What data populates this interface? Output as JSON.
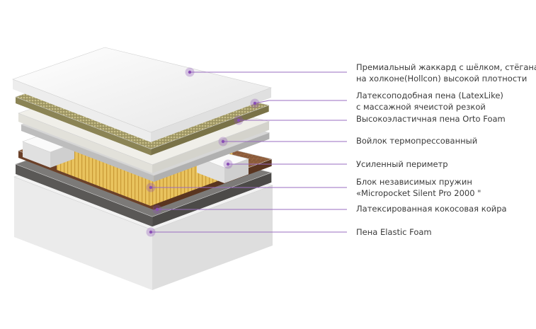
{
  "colors": {
    "accent": "#8a4fb5",
    "line": "#9a6cc0"
  },
  "layers": [
    {
      "name": "quilt",
      "lines": [
        "Премиальный жаккард с шёлком, стёганая",
        "на холконе(Hollcon) высокой плотности"
      ]
    },
    {
      "name": "latex",
      "lines": [
        "Латексоподобная пена (LatexLike)",
        "с массажной ячеистой резкой"
      ]
    },
    {
      "name": "orto-foam",
      "lines": [
        "Высокоэластичная пена Orto Foam"
      ]
    },
    {
      "name": "felt",
      "lines": [
        "Войлок термопрессованный"
      ]
    },
    {
      "name": "perimeter",
      "lines": [
        "Усиленный периметр"
      ]
    },
    {
      "name": "springs",
      "lines": [
        "Блок независимых пружин",
        "«Micropocket Silent Pro 2000 \""
      ]
    },
    {
      "name": "coir",
      "lines": [
        "Латексированная кокосовая койра"
      ]
    },
    {
      "name": "elastic-foam",
      "lines": [
        "Пена Elastic Foam"
      ]
    }
  ]
}
